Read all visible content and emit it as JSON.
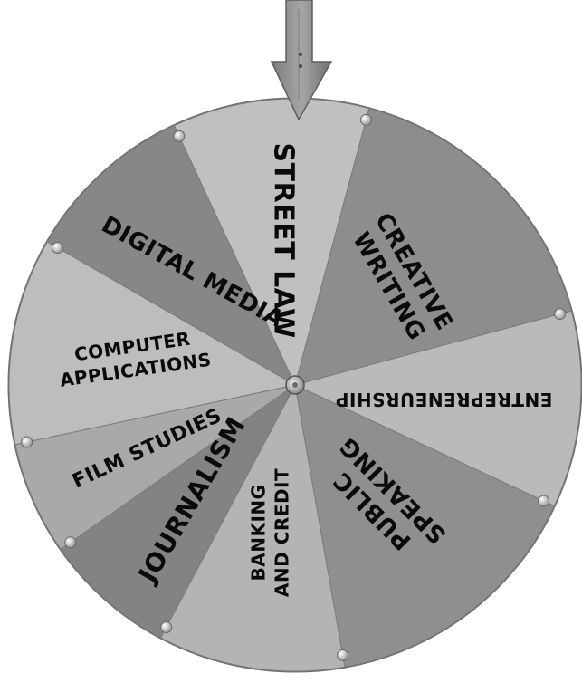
{
  "wheel": {
    "pointer_direction": "down",
    "slices": [
      {
        "lines": [
          "STREET LAW"
        ],
        "shade": "#c0c0c0"
      },
      {
        "lines": [
          "CREATIVE",
          "WRITING"
        ],
        "shade": "#8d8d8d"
      },
      {
        "lines": [
          "ENTREPRENEURSHIP"
        ],
        "shade": "#bababa"
      },
      {
        "lines": [
          "PUBLIC",
          "SPEAKING"
        ],
        "shade": "#8f8f8f"
      },
      {
        "lines": [
          "BANKING",
          "AND CREDIT"
        ],
        "shade": "#b4b4b4"
      },
      {
        "lines": [
          "JOURNALISM"
        ],
        "shade": "#838383"
      },
      {
        "lines": [
          "FILM STUDIES"
        ],
        "shade": "#a9a9a9"
      },
      {
        "lines": [
          "COMPUTER",
          "APPLICATIONS"
        ],
        "shade": "#bdbdbd"
      },
      {
        "lines": [
          "DIGITAL MEDIA"
        ],
        "shade": "#878787"
      }
    ]
  }
}
